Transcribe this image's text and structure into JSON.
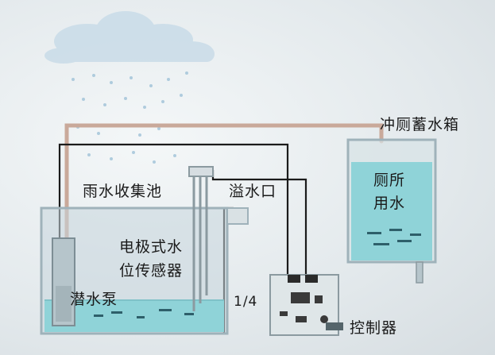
{
  "labels": {
    "rain_collection_tank": "雨水收集池",
    "overflow_outlet": "溢水口",
    "toilet_tank": "冲厕蓄水箱",
    "toilet_water_line1": "厕所",
    "toilet_water_line2": "用水",
    "electrode_sensor_line1": "电极式水",
    "electrode_sensor_line2": "位传感器",
    "submersible_pump": "潜水泵",
    "level_mark": "1/4",
    "controller": "控制器"
  },
  "colors": {
    "water": "#8fd3d8",
    "pipe": "#c9a99a",
    "wire": "#1b1b1b",
    "tank_glass": "#c7d6dc",
    "cloud": "#c2d7e4"
  }
}
